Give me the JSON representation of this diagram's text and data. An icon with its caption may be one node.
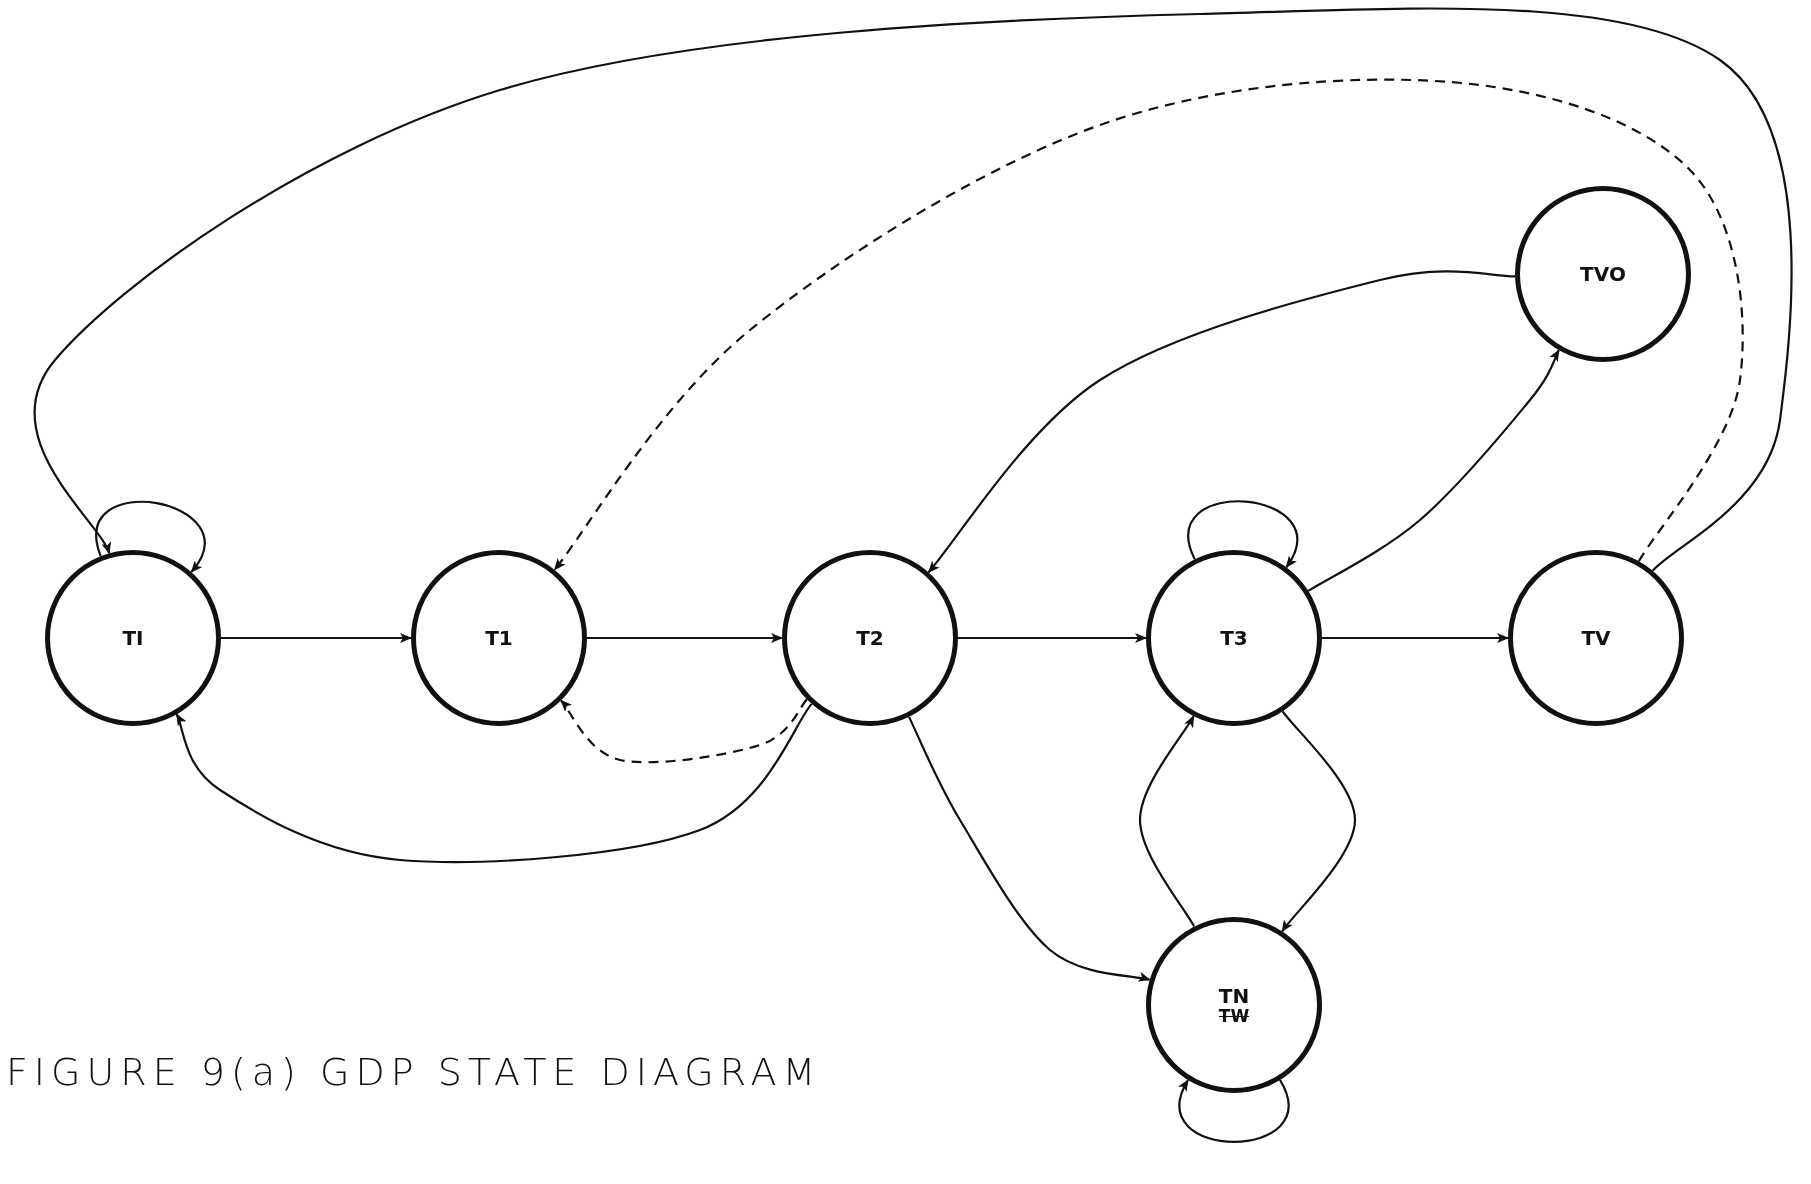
{
  "diagram": {
    "title": "FIGURE 9(a) GDP STATE DIAGRAM",
    "nodes": [
      {
        "text": [
          "TI"
        ]
      },
      {
        "text": [
          "T1"
        ]
      },
      {
        "text": [
          "T2"
        ]
      },
      {
        "text": [
          "T3"
        ]
      },
      {
        "text": [
          "TVO"
        ]
      },
      {
        "text": [
          "TV"
        ]
      },
      {
        "text": [
          "TN",
          "TW"
        ]
      }
    ],
    "edges": [
      {
        "from": 0,
        "to": 0,
        "arrow": "to"
      },
      {
        "from": 0,
        "to": 1,
        "arrow": "to"
      },
      {
        "from": 1,
        "to": 2,
        "arrow": "to"
      },
      {
        "from": 2,
        "to": 3,
        "arrow": "to"
      },
      {
        "from": 3,
        "to": 5,
        "arrow": "to"
      },
      {
        "from": 3,
        "to": 4,
        "arrow": "to"
      },
      {
        "from": 4,
        "to": 2,
        "arrow": "to"
      },
      {
        "from": 2,
        "to": 1,
        "arrow": "to",
        "style": "dashed"
      },
      {
        "from": 5,
        "to": 1,
        "arrow": "to",
        "style": "dashed"
      },
      {
        "from": 2,
        "to": 0,
        "arrow": "to"
      },
      {
        "from": 5,
        "to": 0,
        "arrow": "to"
      },
      {
        "from": 3,
        "to": 3,
        "arrow": "to"
      },
      {
        "from": 2,
        "to": 6,
        "arrow": "to"
      },
      {
        "from": 3,
        "to": 6,
        "arrow": "to"
      },
      {
        "from": 6,
        "to": 3,
        "arrow": "to"
      },
      {
        "from": 6,
        "to": 6,
        "arrow": "to"
      }
    ]
  }
}
